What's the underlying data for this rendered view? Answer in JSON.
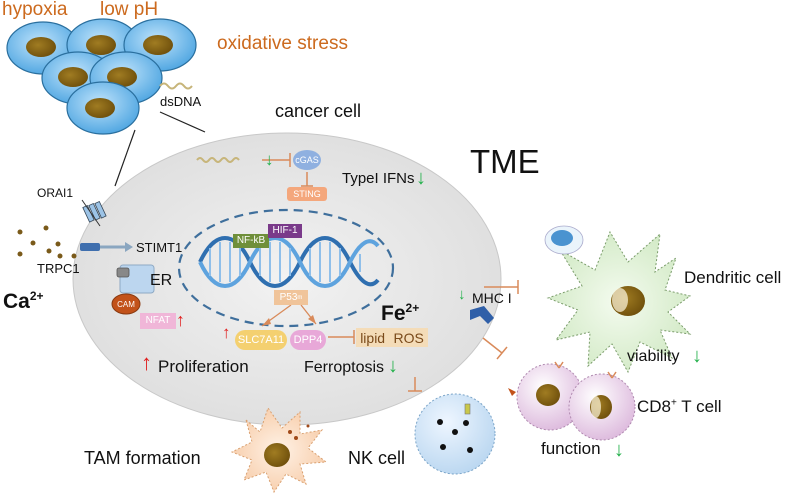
{
  "labels": {
    "hypoxia": "hypoxia",
    "low_ph": "low pH",
    "oxidative_stress": "oxidative stress",
    "dsdna": "dsDNA",
    "cancer_cell": "cancer cell",
    "tme": "TME",
    "cgas": "cGAS",
    "sting": "STING",
    "type1_ifns": "TypeI IFNs",
    "orai1": "ORAI1",
    "stimt1": "STIMT1",
    "trpc1": "TRPC1",
    "ca": "Ca",
    "ca_charge": "2+",
    "er": "ER",
    "cam": "CAM",
    "nfat": "NFAT",
    "nfkb": "NF-kB",
    "hif1": "HIF-1",
    "p53": "P53",
    "p53_sup": "m",
    "slc7a11": "SLC7A11",
    "dpp4": "DPP4",
    "lipid": "lipid",
    "ros": "ROS",
    "fe": "Fe",
    "fe_charge": "2+",
    "mhc1": "MHC I",
    "dendritic_cell": "Dendritic cell",
    "viability": "viability",
    "cd8": "CD8",
    "cd8_sup": "+",
    "cd8_suffix": " T cell",
    "function": "function",
    "proliferation": "Proliferation",
    "ferroptosis": "Ferroptosis",
    "tam_formation": "TAM formation",
    "nk_cell": "NK cell"
  },
  "colors": {
    "label_orange": "#cc6a1e",
    "cell_blue": "#5aaee6",
    "nucleus_brown": "#8a6614",
    "tme_gray": "#e6e6e6",
    "up_red": "#e02020",
    "down_green": "#22b04a",
    "inhibit_orange": "#d98a5a",
    "dc_green": "#dff0d6",
    "tcell_pink": "#ead2ea",
    "nk_blue": "#d6e8f8",
    "tam_orange": "#fbe2cf"
  }
}
